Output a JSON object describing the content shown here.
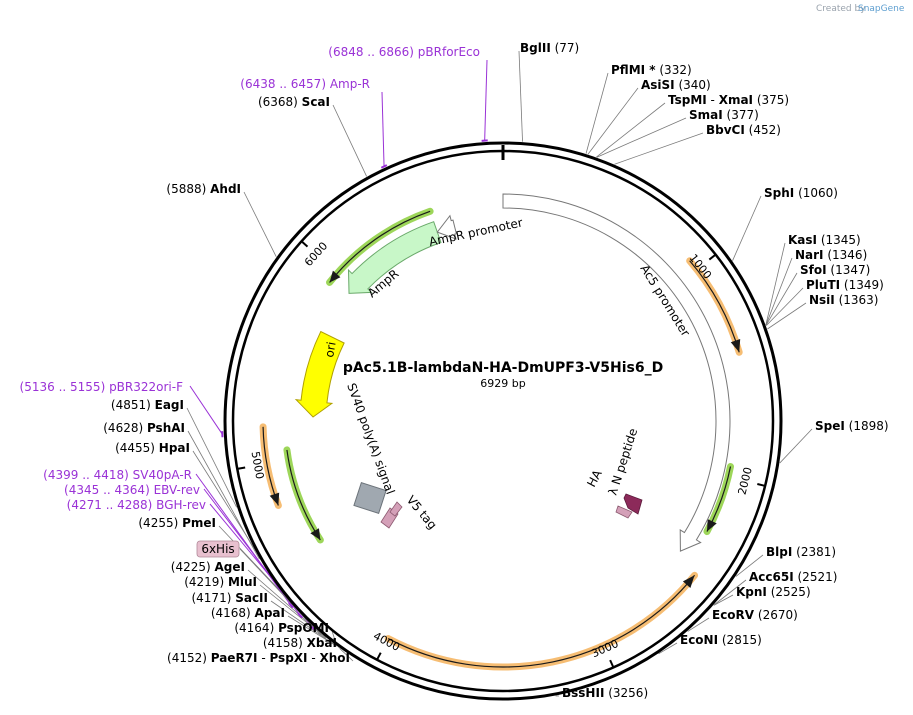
{
  "plasmid": {
    "name": "pAc5.1B-lambdaN-HA-DmUPF3-V5His6_D",
    "length_label": "6929 bp",
    "length": 6929
  },
  "brand": {
    "prefix": "Created by",
    "name": "SnapGene"
  },
  "ticks": [
    "1000",
    "2000",
    "3000",
    "4000",
    "5000",
    "6000"
  ],
  "sites": [
    {
      "name": "BglII",
      "pos": "(77)"
    },
    {
      "name": "PflMI *",
      "pos": "(332)"
    },
    {
      "name": "AsiSI",
      "pos": "(340)"
    },
    {
      "name": "TspMI",
      "sep": "-",
      "name2": "XmaI",
      "pos": "(375)"
    },
    {
      "name": "SmaI",
      "pos": "(377)"
    },
    {
      "name": "BbvCI",
      "pos": "(452)"
    },
    {
      "name": "SphI",
      "pos": "(1060)"
    },
    {
      "name": "KasI",
      "pos": "(1345)"
    },
    {
      "name": "NarI",
      "pos": "(1346)"
    },
    {
      "name": "SfoI",
      "pos": "(1347)"
    },
    {
      "name": "PluTI",
      "pos": "(1349)"
    },
    {
      "name": "NsiI",
      "pos": "(1363)"
    },
    {
      "name": "SpeI",
      "pos": "(1898)"
    },
    {
      "name": "BlpI",
      "pos": "(2381)"
    },
    {
      "name": "Acc65I",
      "pos": "(2521)"
    },
    {
      "name": "KpnI",
      "pos": "(2525)"
    },
    {
      "name": "EcoRV",
      "pos": "(2670)"
    },
    {
      "name": "EcoNI",
      "pos": "(2815)"
    },
    {
      "name": "BssHII",
      "pos": "(3256)"
    },
    {
      "name": "ScaI",
      "pos": "(6368)"
    },
    {
      "name": "AhdI",
      "pos": "(5888)"
    },
    {
      "name": "EagI",
      "pos": "(4851)"
    },
    {
      "name": "PshAI",
      "pos": "(4628)"
    },
    {
      "name": "HpaI",
      "pos": "(4455)"
    },
    {
      "name": "PmeI",
      "pos": "(4255)"
    },
    {
      "name": "AgeI",
      "pos": "(4225)"
    },
    {
      "name": "MluI",
      "pos": "(4219)"
    },
    {
      "name": "SacII",
      "pos": "(4171)"
    },
    {
      "name": "ApaI",
      "pos": "(4168)"
    },
    {
      "name": "PspOMI",
      "pos": "(4164)"
    },
    {
      "name": "XbaI",
      "pos": "(4158)"
    },
    {
      "name": "PaeR7I",
      "sep": "-",
      "name2": "PspXI",
      "sep2": "-",
      "name3": "XhoI",
      "pos": "(4152)"
    }
  ],
  "primers": [
    {
      "range": "(6848 .. 6866)",
      "name": "pBRforEco"
    },
    {
      "range": "(6438 .. 6457)",
      "name": "Amp-R"
    },
    {
      "range": "(5136 .. 5155)",
      "name": "pBR322ori-F"
    },
    {
      "range": "(4399 .. 4418)",
      "name": "SV40pA-R"
    },
    {
      "range": "(4345 .. 4364)",
      "name": "EBV-rev"
    },
    {
      "range": "(4271 .. 4288)",
      "name": "BGH-rev"
    }
  ],
  "tag_label": "6xHis",
  "features": {
    "ampr_promoter": "AmpR promoter",
    "ampr": "AmpR",
    "ori": "ori",
    "sv40": "SV40 poly(A) signal",
    "v5": "V5 tag",
    "ac5": "Ac5 promoter",
    "ha": "HA",
    "lambda_n": "λ N peptide"
  },
  "colors": {
    "backbone": "#000000",
    "orange_orf": "#f5b25a",
    "green_orf": "#8ccf3c",
    "ampr_fill": "#c8f7c8",
    "ori_fill": "#ffff00",
    "grey_feature": "#a0a8b0",
    "purple_peptide": "#8c2a5a",
    "pink_tag": "#d4a0b8",
    "primer": "#9a32d6",
    "tag_box": "#e8c0cf"
  }
}
